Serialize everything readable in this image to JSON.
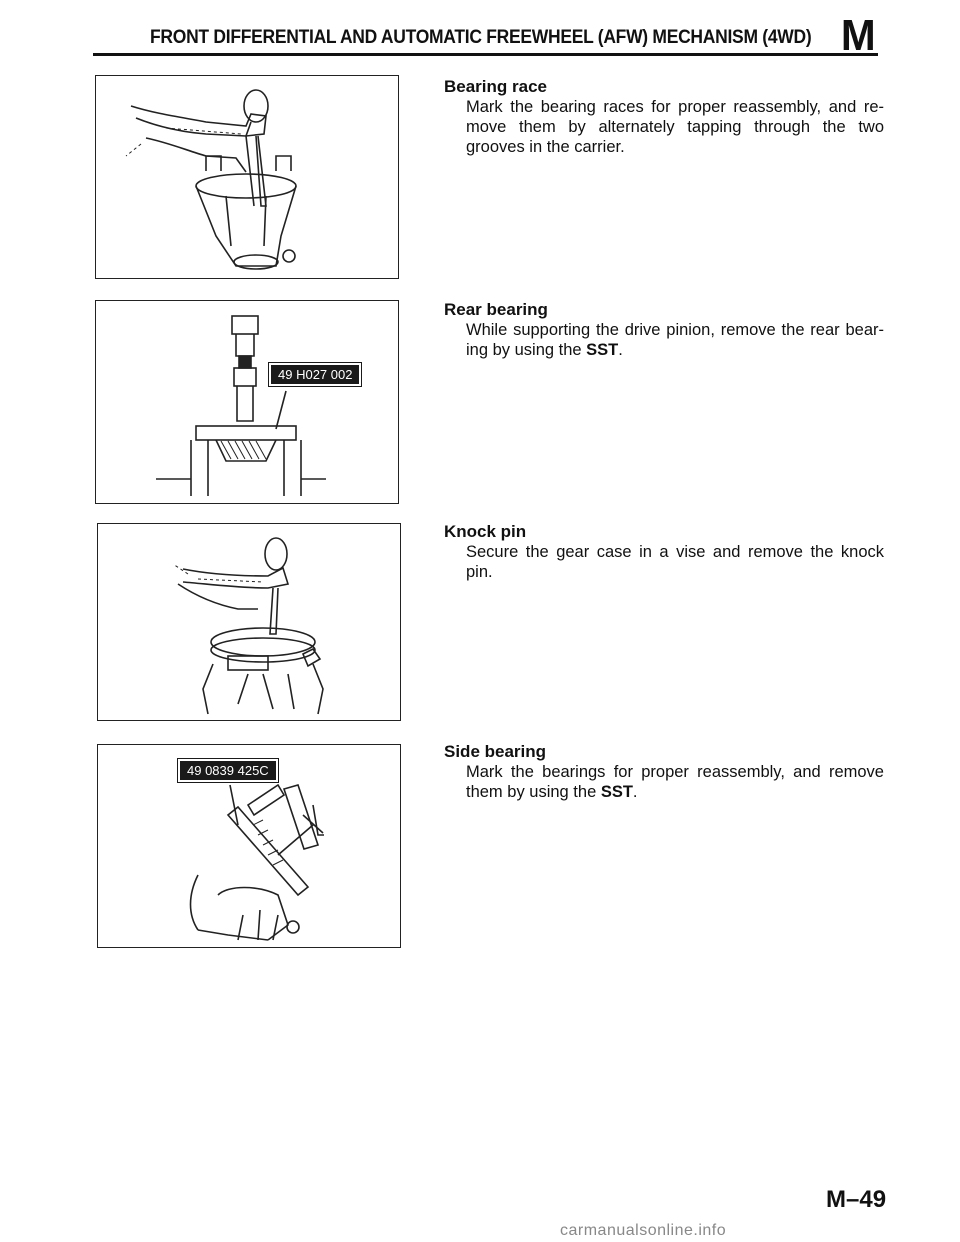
{
  "header": {
    "title": "FRONT DIFFERENTIAL AND AUTOMATIC FREEWHEEL (AFW) MECHANISM (4WD)",
    "section_letter": "M"
  },
  "sections": [
    {
      "title": "Bearing race",
      "body_text": "Mark the bearing races for proper reassembly, and re-move them by alternately tapping through the two grooves in the carrier."
    },
    {
      "title": "Rear bearing",
      "body_prefix": "While supporting the drive pinion, remove the rear bear-ing by using the ",
      "body_bold": "SST",
      "body_suffix": ".",
      "figure_label": "49 H027 002"
    },
    {
      "title": "Knock pin",
      "body_text": "Secure the gear case in a vise and remove the knock pin."
    },
    {
      "title": "Side bearing",
      "body_prefix": "Mark the bearings for proper reassembly, and remove them by using the ",
      "body_bold": "SST",
      "body_suffix": ".",
      "figure_label": "49 0839 425C"
    }
  ],
  "page_number": "M–49",
  "watermark": "carmanualsonline.info"
}
